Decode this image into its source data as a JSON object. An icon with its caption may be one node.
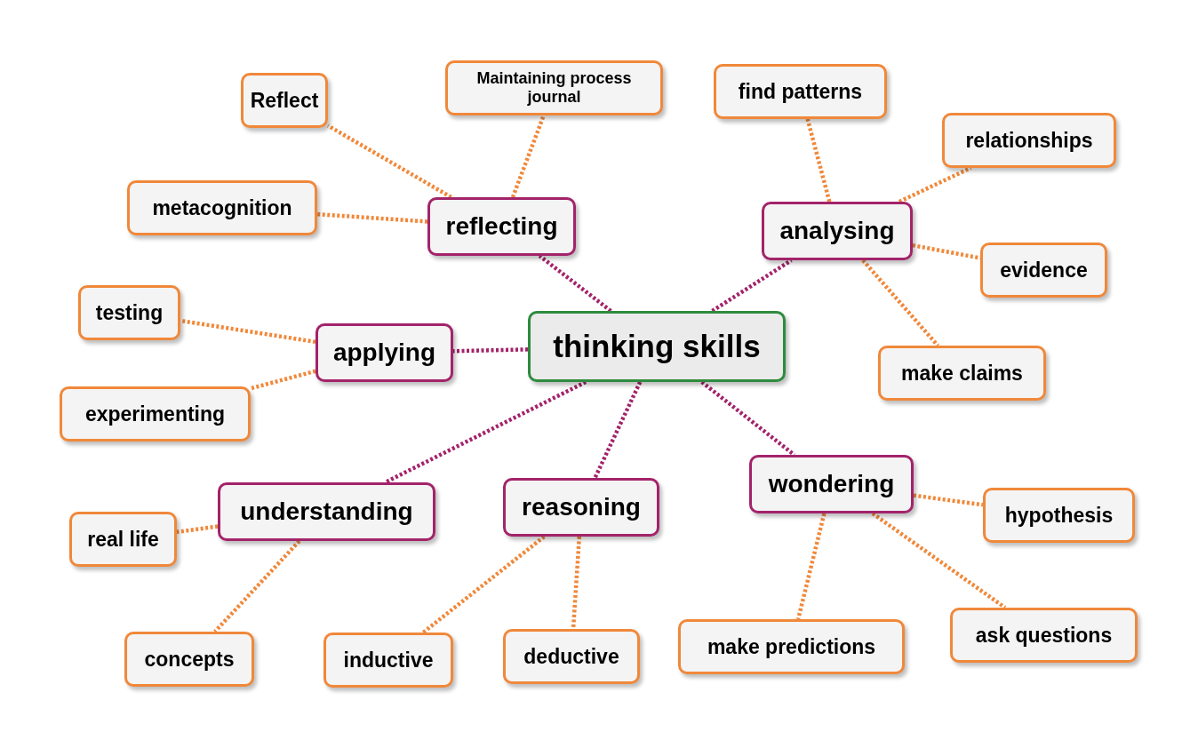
{
  "diagram": {
    "nodes": [
      {
        "text": [
          "thinking skills"
        ]
      },
      {
        "text": [
          "reflecting"
        ]
      },
      {
        "text": [
          "analysing"
        ]
      },
      {
        "text": [
          "applying"
        ]
      },
      {
        "text": [
          "understanding"
        ]
      },
      {
        "text": [
          "reasoning"
        ]
      },
      {
        "text": [
          "wondering"
        ]
      },
      {
        "text": [
          "Reflect"
        ]
      },
      {
        "text": [
          "Maintaining process journal"
        ]
      },
      {
        "text": [
          "metacognition"
        ]
      },
      {
        "text": [
          "find patterns"
        ]
      },
      {
        "text": [
          "relationships"
        ]
      },
      {
        "text": [
          "evidence"
        ]
      },
      {
        "text": [
          "make claims"
        ]
      },
      {
        "text": [
          "testing"
        ]
      },
      {
        "text": [
          "experimenting"
        ]
      },
      {
        "text": [
          "real life"
        ]
      },
      {
        "text": [
          "concepts"
        ]
      },
      {
        "text": [
          "inductive"
        ]
      },
      {
        "text": [
          "deductive"
        ]
      },
      {
        "text": [
          "make predictions"
        ]
      },
      {
        "text": [
          "hypothesis"
        ]
      },
      {
        "text": [
          "ask questions"
        ]
      }
    ],
    "edges": [
      {
        "from": 0,
        "to": 1,
        "arrow": "none",
        "color": "#a3236a"
      },
      {
        "from": 0,
        "to": 2,
        "arrow": "none",
        "color": "#a3236a"
      },
      {
        "from": 0,
        "to": 3,
        "arrow": "none",
        "color": "#a3236a"
      },
      {
        "from": 0,
        "to": 4,
        "arrow": "none",
        "color": "#a3236a"
      },
      {
        "from": 0,
        "to": 5,
        "arrow": "none",
        "color": "#a3236a"
      },
      {
        "from": 0,
        "to": 6,
        "arrow": "none",
        "color": "#a3236a"
      },
      {
        "from": 1,
        "to": 7,
        "arrow": "none"
      },
      {
        "from": 1,
        "to": 8,
        "arrow": "none"
      },
      {
        "from": 1,
        "to": 9,
        "arrow": "none"
      },
      {
        "from": 2,
        "to": 10,
        "arrow": "none"
      },
      {
        "from": 2,
        "to": 11,
        "arrow": "none"
      },
      {
        "from": 2,
        "to": 12,
        "arrow": "none"
      },
      {
        "from": 2,
        "to": 13,
        "arrow": "none"
      },
      {
        "from": 3,
        "to": 14,
        "arrow": "none"
      },
      {
        "from": 3,
        "to": 15,
        "arrow": "none"
      },
      {
        "from": 4,
        "to": 16,
        "arrow": "none"
      },
      {
        "from": 4,
        "to": 17,
        "arrow": "none"
      },
      {
        "from": 5,
        "to": 18,
        "arrow": "none"
      },
      {
        "from": 5,
        "to": 19,
        "arrow": "none"
      },
      {
        "from": 6,
        "to": 20,
        "arrow": "none"
      },
      {
        "from": 6,
        "to": 21,
        "arrow": "none"
      },
      {
        "from": 6,
        "to": 22,
        "arrow": "none"
      }
    ]
  }
}
